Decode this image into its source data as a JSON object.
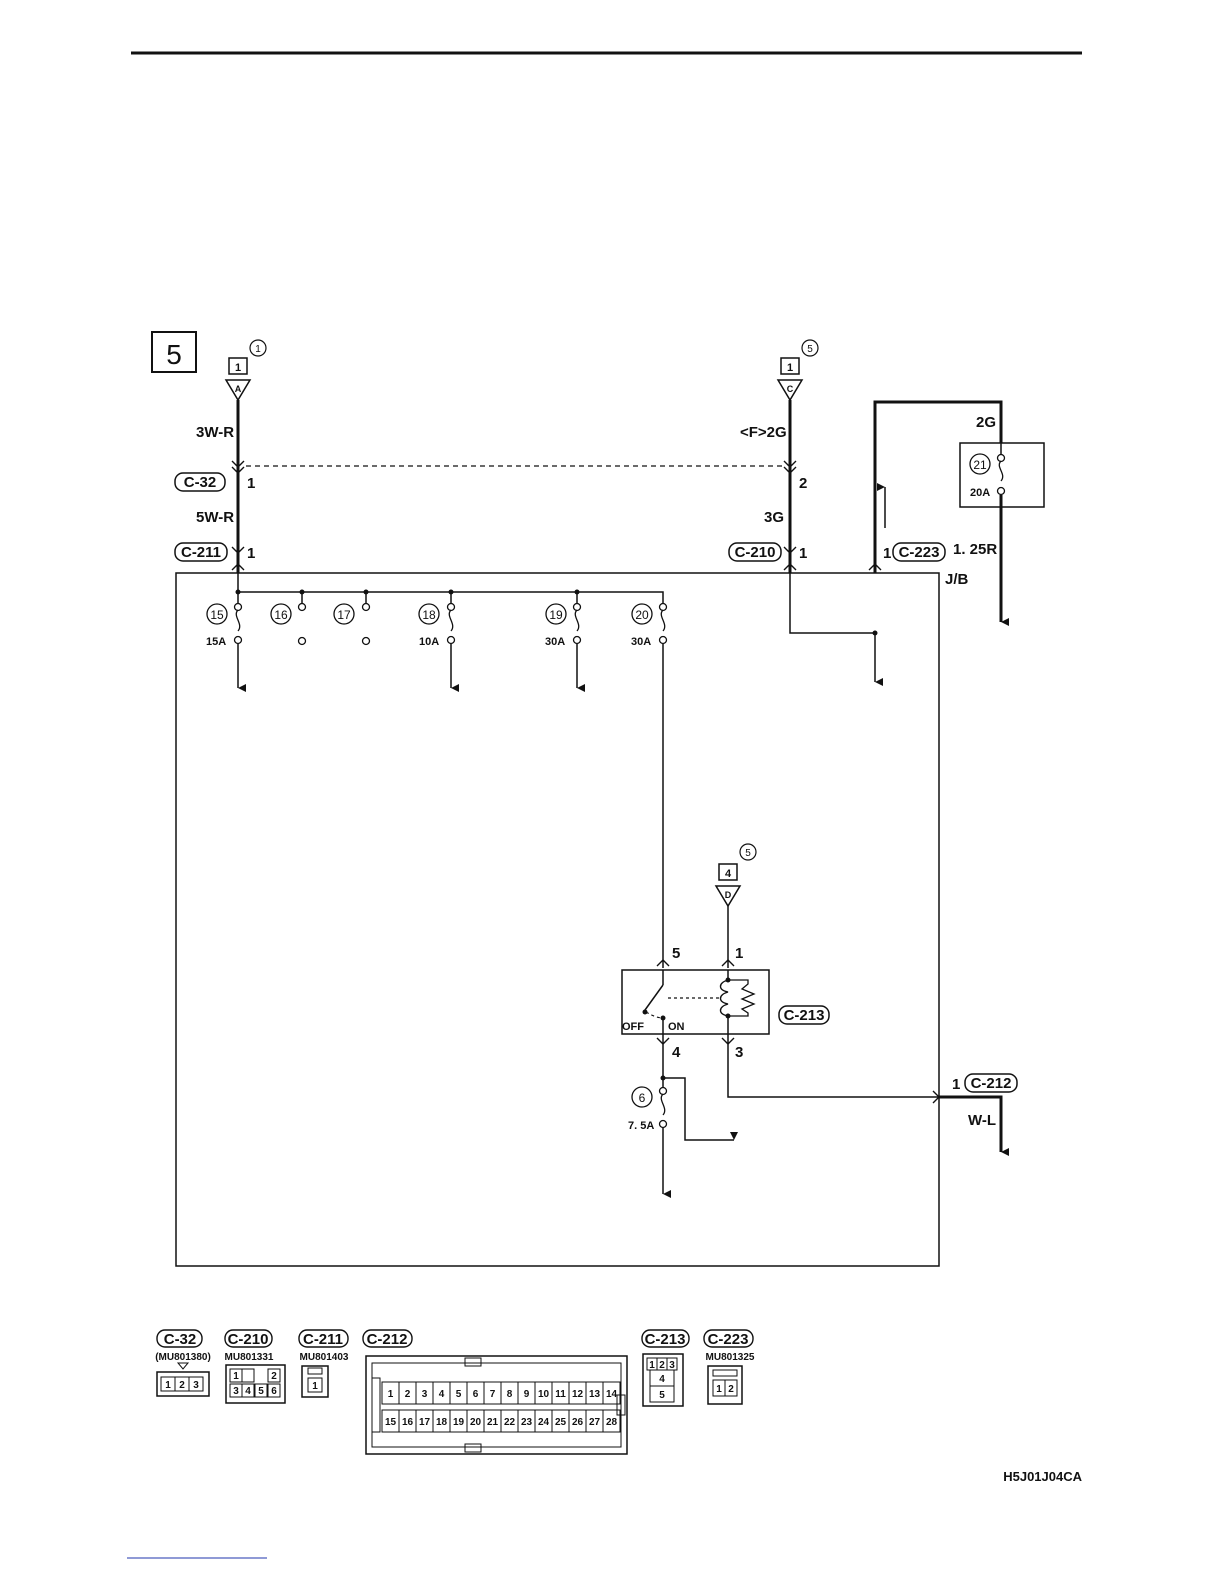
{
  "page_label": "5",
  "footer_code": "H5J01J04CA",
  "jb_label": "J/B",
  "sources": {
    "left": {
      "box": "1",
      "letter": "A",
      "circle": "1"
    },
    "mid": {
      "box": "1",
      "letter": "C",
      "circle": "5"
    },
    "relay_in": {
      "box": "4",
      "letter": "D",
      "circle": "5"
    }
  },
  "wires": {
    "w1": "3W-R",
    "w2": "5W-R",
    "w3": "<F>2G",
    "w4": "3G",
    "w5": "2G",
    "w6": "1. 25R",
    "w7": "W-L"
  },
  "connectors": {
    "c32": "C-32",
    "c211": "C-211",
    "c210": "C-210",
    "c223": "C-223",
    "c213": "C-213",
    "c212": "C-212"
  },
  "pins": {
    "c32": "1",
    "c211": "1",
    "c210_top": "2",
    "c210": "1",
    "c223": "1",
    "relay5": "5",
    "relay1": "1",
    "relay4": "4",
    "relay3": "3",
    "c212": "1"
  },
  "fuses": [
    {
      "num": "15",
      "amp": "15A"
    },
    {
      "num": "16",
      "amp": ""
    },
    {
      "num": "17",
      "amp": ""
    },
    {
      "num": "18",
      "amp": "10A"
    },
    {
      "num": "19",
      "amp": "30A"
    },
    {
      "num": "20",
      "amp": "30A"
    },
    {
      "num": "21",
      "amp": "20A"
    },
    {
      "num": "6",
      "amp": "7. 5A"
    }
  ],
  "relay": {
    "off": "OFF",
    "on": "ON"
  },
  "legend": {
    "c32": {
      "label": "C-32",
      "part": "(MU801380)"
    },
    "c210": {
      "label": "C-210",
      "part": "MU801331"
    },
    "c211": {
      "label": "C-211",
      "part": "MU801403"
    },
    "c212": {
      "label": "C-212"
    },
    "c213": {
      "label": "C-213"
    },
    "c223": {
      "label": "C-223",
      "part": "MU801325"
    }
  },
  "pinouts": {
    "c32": [
      "1",
      "2",
      "3"
    ],
    "c210": [
      "1",
      "2",
      "3",
      "4",
      "5",
      "6"
    ],
    "c211": [
      "1"
    ],
    "c212_top": [
      "1",
      "2",
      "3",
      "4",
      "5",
      "6",
      "7",
      "8",
      "9",
      "10",
      "11",
      "12",
      "13",
      "14"
    ],
    "c212_bottom": [
      "15",
      "16",
      "17",
      "18",
      "19",
      "20",
      "21",
      "22",
      "23",
      "24",
      "25",
      "26",
      "27",
      "28"
    ],
    "c213": [
      "1",
      "2",
      "3",
      "4",
      "5"
    ],
    "c223": [
      "1",
      "2"
    ]
  }
}
